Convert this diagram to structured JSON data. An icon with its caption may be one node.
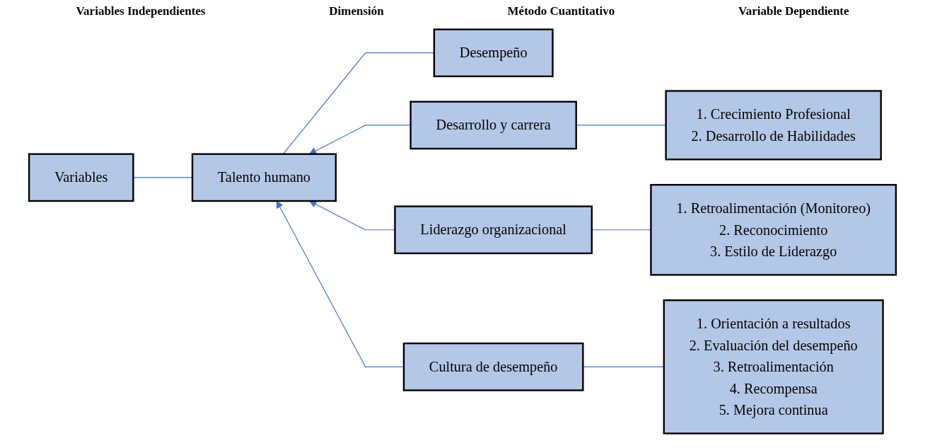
{
  "diagram": {
    "nodes": [
      {
        "text": [
          "Variables"
        ]
      },
      {
        "text": [
          "Talento humano"
        ]
      },
      {
        "text": [
          "Desempeño"
        ]
      },
      {
        "text": [
          "Desarrollo y carrera"
        ]
      },
      {
        "text": [
          "Liderazgo organizacional"
        ]
      },
      {
        "text": [
          "Cultura de desempeño"
        ]
      },
      {
        "text": [
          "1. Crecimiento Profesional",
          "2. Desarrollo de Habilidades"
        ]
      },
      {
        "text": [
          "1. Retroalimentación (Monitoreo)",
          "2. Reconocimiento",
          "3. Estilo de Liderazgo"
        ]
      },
      {
        "text": [
          "1. Orientación a resultados",
          "2. Evaluación del desempeño",
          "3. Retroalimentación",
          "4. Recompensa",
          "5. Mejora continua"
        ]
      }
    ],
    "edges": [
      {
        "from": 0,
        "to": 1,
        "arrow": "none"
      },
      {
        "from": 1,
        "to": 2,
        "arrow": "none"
      },
      {
        "from": 3,
        "to": 1,
        "arrow": "to"
      },
      {
        "from": 4,
        "to": 1,
        "arrow": "to"
      },
      {
        "from": 5,
        "to": 1,
        "arrow": "to"
      },
      {
        "from": 3,
        "to": 6,
        "arrow": "none"
      },
      {
        "from": 4,
        "to": 7,
        "arrow": "none"
      },
      {
        "from": 5,
        "to": 8,
        "arrow": "none"
      }
    ],
    "labels": [
      "Variables Independientes",
      "Dimensión",
      "Método Cuantitativo",
      "Variable Dependiente"
    ]
  }
}
